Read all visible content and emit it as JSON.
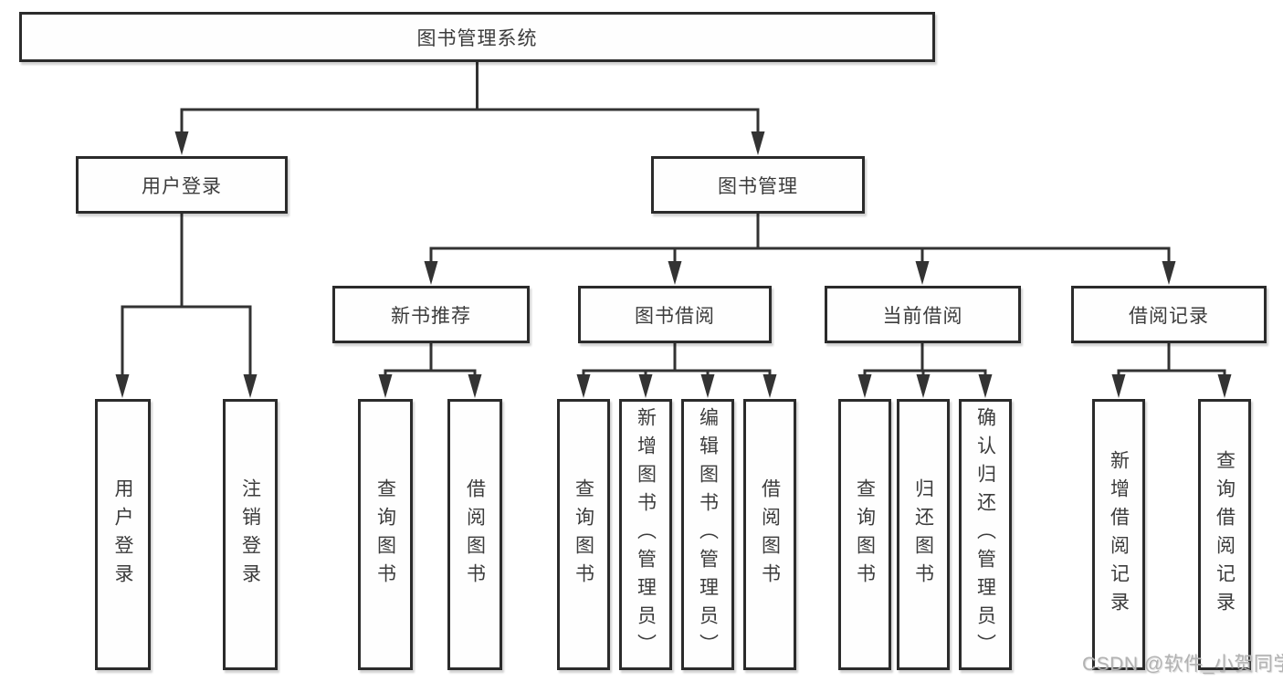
{
  "tree": {
    "root": {
      "label": "图书管理系统"
    },
    "children": [
      {
        "label": "用户登录",
        "children": [
          {
            "label": "用户登录"
          },
          {
            "label": "注销登录"
          }
        ]
      },
      {
        "label": "图书管理",
        "children": [
          {
            "label": "新书推荐",
            "children": [
              {
                "label": "查询图书"
              },
              {
                "label": "借阅图书"
              }
            ]
          },
          {
            "label": "图书借阅",
            "children": [
              {
                "label": "查询图书"
              },
              {
                "label": "新增图书（管理员）"
              },
              {
                "label": "编辑图书（管理员）"
              },
              {
                "label": "借阅图书"
              }
            ]
          },
          {
            "label": "当前借阅",
            "children": [
              {
                "label": "查询图书"
              },
              {
                "label": "归还图书"
              },
              {
                "label": "确认归还（管理员）"
              }
            ]
          },
          {
            "label": "借阅记录",
            "children": [
              {
                "label": "新增借阅记录"
              },
              {
                "label": "查询借阅记录"
              }
            ]
          }
        ]
      }
    ]
  },
  "watermark": "CSDN @软件_小贺同学",
  "colors": {
    "line": "#333333",
    "box_border": "#2b2b2b",
    "text": "#3c3c3c",
    "background": "#ffffff",
    "watermark": "#b2b2b2"
  }
}
